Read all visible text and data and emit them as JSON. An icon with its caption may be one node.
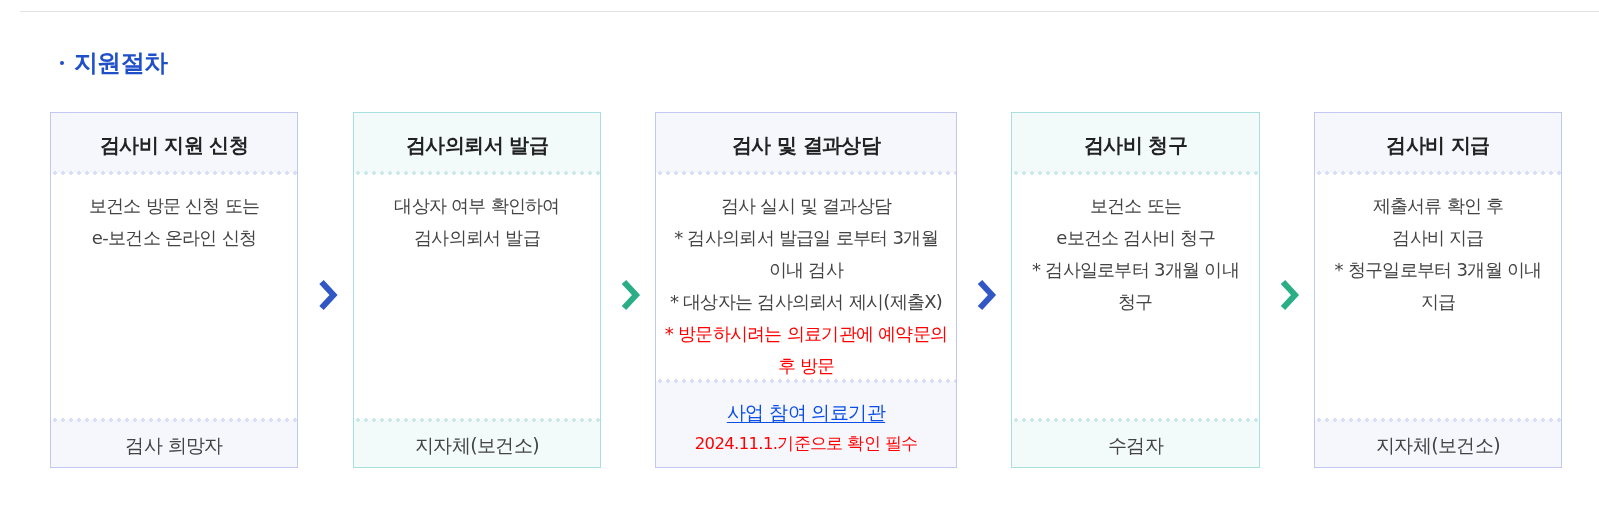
{
  "diagram": {
    "title": "지원절차",
    "nodes": [
      {
        "text": [
          "검사비 지원 신청",
          "보건소 방문 신청 또는",
          "e-보건소 온라인 신청",
          "검사 희망자"
        ]
      },
      {
        "text": [
          "검사의뢰서 발급",
          "대상자 여부 확인하여",
          "검사의뢰서 발급",
          "지자체(보건소)"
        ]
      },
      {
        "text": [
          "검사 및 결과상담",
          "검사 실시 및 결과상담",
          "* 검사의뢰서 발급일 로부터 3개월 이내 검사",
          "* 대상자는 검사의뢰서 제시(제출X)",
          "* 방문하시려는 의료기관에 예약문의 후 방문",
          "사업 참여 의료기관",
          "2024.11.1.기준으로 확인 필수"
        ]
      },
      {
        "text": [
          "검사비 청구",
          "보건소 또는",
          "e보건소 검사비 청구",
          "* 검사일로부터 3개월 이내 청구",
          "수검자"
        ]
      },
      {
        "text": [
          "검사비 지급",
          "제출서류 확인 후",
          "검사비 지급",
          "* 청구일로부터 3개월 이내 지급",
          "지자체(보건소)"
        ]
      }
    ],
    "edges": [
      {
        "from": 0,
        "to": 1,
        "arrow": "to",
        "color": "#3157c4"
      },
      {
        "from": 1,
        "to": 2,
        "arrow": "to",
        "color": "#2aae86"
      },
      {
        "from": 2,
        "to": 3,
        "arrow": "to",
        "color": "#3157c4"
      },
      {
        "from": 3,
        "to": 4,
        "arrow": "to",
        "color": "#2aae86"
      }
    ]
  }
}
